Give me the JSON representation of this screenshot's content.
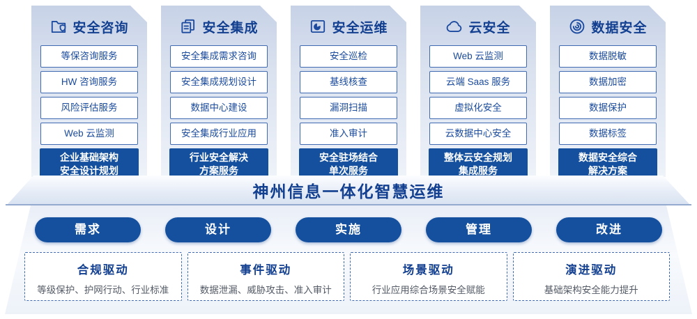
{
  "colors": {
    "primary_blue": "#14509e",
    "title_blue": "#123f8f",
    "box_border_blue": "#3f6ab2",
    "box_text_blue": "#1a4a9c",
    "desc_gray": "#545b66",
    "panel_gradient_top": "#c7d2e7",
    "panel_gradient_bottom": "#eef2f9"
  },
  "columns": [
    {
      "title": "安全咨询",
      "icon": "folder-shield-icon",
      "items": [
        "等保咨询服务",
        "HW 咨询服务",
        "风险评估服务",
        "Web 云监测"
      ],
      "highlight": [
        "企业基础架构",
        "安全设计规划"
      ]
    },
    {
      "title": "安全集成",
      "icon": "documents-icon",
      "items": [
        "安全集成需求咨询",
        "安全集成规划设计",
        "数据中心建设",
        "安全集成行业应用"
      ],
      "highlight": [
        "行业安全解决",
        "方案服务"
      ]
    },
    {
      "title": "安全运维",
      "icon": "folder-pie-icon",
      "items": [
        "安全巡检",
        "基线核查",
        "漏洞扫描",
        "准入审计"
      ],
      "highlight": [
        "安全驻场结合",
        "单次服务"
      ]
    },
    {
      "title": "云安全",
      "icon": "cloud-icon",
      "items": [
        "Web 云监测",
        "云端 Saas 服务",
        "虚拟化安全",
        "云数据中心安全"
      ],
      "highlight": [
        "整体云安全规划",
        "集成服务"
      ]
    },
    {
      "title": "数据安全",
      "icon": "fingerprint-icon",
      "items": [
        "数据脱敏",
        "数据加密",
        "数据保护",
        "数据标签"
      ],
      "highlight": [
        "数据安全综合",
        "解决方案"
      ]
    }
  ],
  "banner": {
    "title": "神州信息一体化智慧运维"
  },
  "process": {
    "steps": [
      "需求",
      "设计",
      "实施",
      "管理",
      "改进"
    ]
  },
  "drivers": [
    {
      "title": "合规驱动",
      "desc": "等级保护、护网行动、行业标准"
    },
    {
      "title": "事件驱动",
      "desc": "数据泄漏、威胁攻击、准入审计"
    },
    {
      "title": "场景驱动",
      "desc": "行业应用综合场景安全赋能"
    },
    {
      "title": "演进驱动",
      "desc": "基础架构安全能力提升"
    }
  ]
}
